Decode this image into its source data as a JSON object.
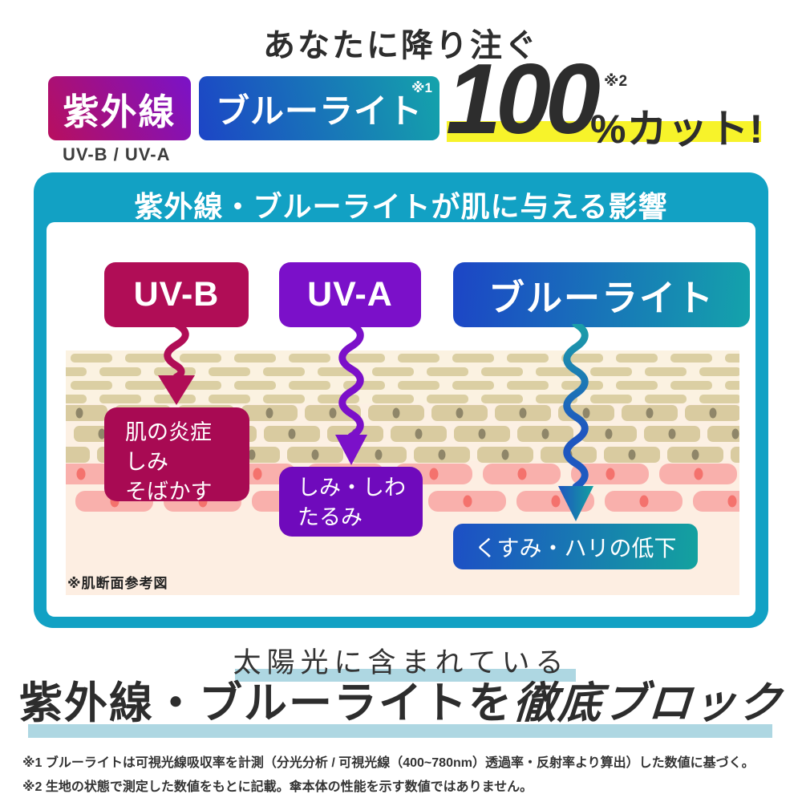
{
  "header": {
    "caption": "あなたに降り注ぐ",
    "uv_badge_label": "紫外線",
    "uv_sub_label": "UV-B / UV-A",
    "bluelight_badge_label": "ブルーライト",
    "bluelight_ref": "※1",
    "cut_number": "100",
    "cut_ref": "※2",
    "cut_suffix": "%カット!"
  },
  "panel": {
    "title": "紫外線・ブルーライトが肌に与える影響",
    "rays": [
      {
        "label": "UV-B",
        "effect": "肌の炎症\nしみ\nそばかす"
      },
      {
        "label": "UV-A",
        "effect": "しみ・しわ\nたるみ"
      },
      {
        "label": "ブルーライト",
        "effect": "くすみ・ハリの低下"
      }
    ],
    "note": "※肌断面参考図"
  },
  "bottom": {
    "lead": "太陽光に含まれている",
    "headline_plain": "紫外線・ブルーライトを",
    "headline_emphasis": "徹底ブロック"
  },
  "footnotes": [
    "※1 ブルーライトは可視光線吸収率を計測（分光分析 / 可視光線（400~780nm）透過率・反射率より算出）した数値に基づく。",
    "※2 生地の状態で測定した数値をもとに記載。傘本体の性能を示す数値ではありません。"
  ],
  "colors": {
    "ink": "#2d2d2d",
    "uv-from": "#b80f5e",
    "uv-to": "#7a12c8",
    "bl-from": "#1c45c6",
    "bl-to": "#14a3ab",
    "uvb": "#b00d56",
    "uva": "#7b10c9",
    "teal": "#12a1c4",
    "yellow": "#f7f32a",
    "lightblue": "#aed7e2"
  }
}
